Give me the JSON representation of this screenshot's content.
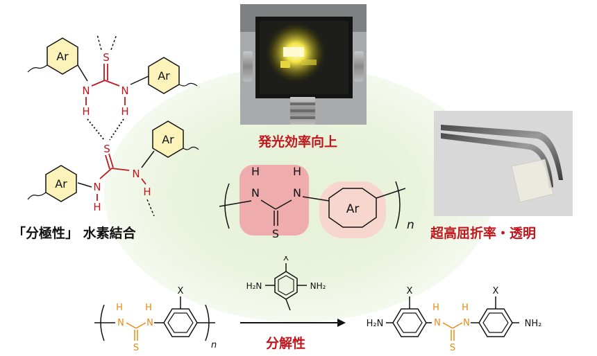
{
  "labels": {
    "ar": "Ar",
    "n": "N",
    "h": "H",
    "s": "S",
    "x": "X",
    "nh": "NH",
    "hn": "HN",
    "h2n": "H₂N",
    "nh2": "NH₂",
    "subscript_n": "n"
  },
  "captions": {
    "polar_hbond": "「分極性」 水素結合",
    "emission": "発光効率向上",
    "refractive": "超高屈折率・透明",
    "degradable": "分解性"
  },
  "colors": {
    "accent_red": "#c0161c",
    "aryl_fill": "#fbf3b9",
    "thiourea_highlight": "#f0a0a4",
    "aryl_highlight": "#f8d5cc",
    "orange_thiourea": "#e88a16"
  },
  "icons": {
    "led_photo": "glowing-device-photo",
    "tweezers_photo": "tweezers-film-photo",
    "reaction_arrow": "right-arrow"
  }
}
